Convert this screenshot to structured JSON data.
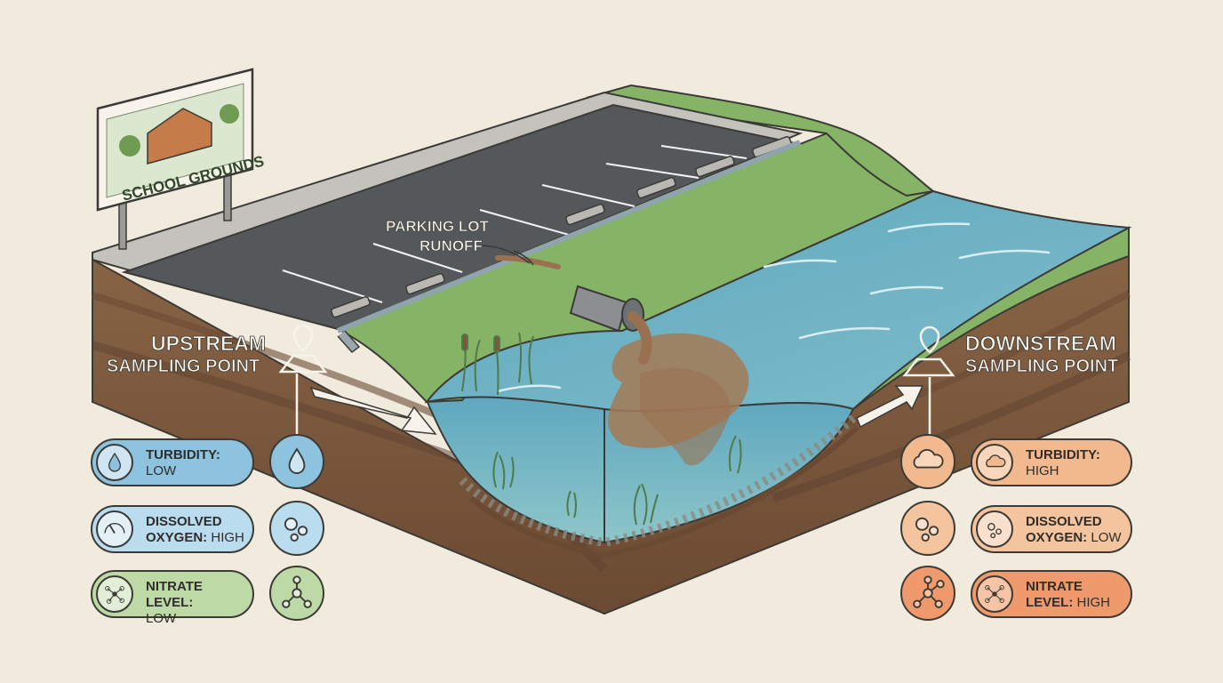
{
  "sign": {
    "text": "SCHOOL GROUNDS"
  },
  "runoff_label": {
    "line1": "PARKING LOT",
    "line2": "RUNOFF"
  },
  "upstream": {
    "title_line1": "UPSTREAM",
    "title_line2": "SAMPLING POINT",
    "metrics": [
      {
        "name": "TURBIDITY:",
        "value": "LOW",
        "icon": "water-drop-icon",
        "color": "#8ec3df"
      },
      {
        "name": "DISSOLVED",
        "name2": "OXYGEN:",
        "value": "HIGH",
        "icon": "bubbles-icon",
        "color": "#b9dcee"
      },
      {
        "name": "NITRATE LEVEL:",
        "value": "LOW",
        "icon": "molecule-icon",
        "color": "#bcd9a6"
      }
    ]
  },
  "downstream": {
    "title_line1": "DOWNSTREAM",
    "title_line2": "SAMPLING POINT",
    "metrics": [
      {
        "name": "TURBIDITY:",
        "value": "HIGH",
        "icon": "cloud-icon",
        "color": "#f2b98e"
      },
      {
        "name": "DISSOLVED",
        "name2": "OXYGEN:",
        "value": "LOW",
        "icon": "bubbles-icon",
        "color": "#f4c49e"
      },
      {
        "name": "NITRATE",
        "name2": "LEVEL:",
        "value": "HIGH",
        "icon": "molecule-icon",
        "color": "#ef9a6c"
      }
    ]
  },
  "colors": {
    "background": "#f1ebde",
    "asphalt": "#55585b",
    "grass": "#7fae5f",
    "water": "#6fb2c4",
    "soil": "#7c5a3f",
    "sediment_plume": "#a57a55"
  }
}
